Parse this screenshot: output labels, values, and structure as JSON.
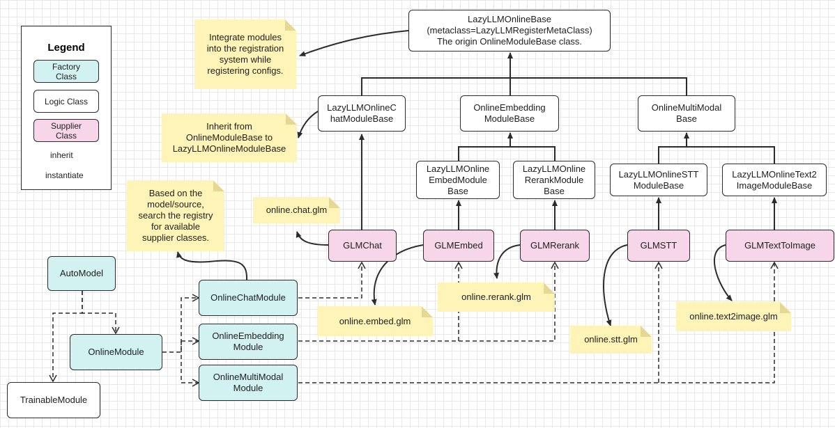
{
  "legend": {
    "title": "Legend",
    "factory_class": "Factory\nClass",
    "logic_class": "Logic Class",
    "supplier_class": "Supplier\nClass",
    "inherit": "inherit",
    "instantiate": "instantiate"
  },
  "colors": {
    "factory": "#d2f1f1",
    "supplier": "#f8d6e9",
    "logic": "#ffffff",
    "note": "#fff4b8",
    "line": "#2b2b2b"
  },
  "nodes": {
    "lazy_online_base": "LazyLLMOnlineBase\n(metaclass=LazyLLMRegisterMetaClass)\nThe origin OnlineModuleBase class.",
    "chat_module_base": "LazyLLMOnlineC\nhatModuleBase",
    "embedding_module_base": "OnlineEmbedding\nModuleBase",
    "multimodal_base": "OnlineMultiModal\nBase",
    "embed_module_base": "LazyLLMOnline\nEmbedModule\nBase",
    "rerank_module_base": "LazyLLMOnline\nRerankModule\nBase",
    "stt_module_base": "LazyLLMOnlineSTT\nModuleBase",
    "text2image_module_base": "LazyLLMOnlineText2\nImageModuleBase",
    "glm_chat": "GLMChat",
    "glm_embed": "GLMEmbed",
    "glm_rerank": "GLMRerank",
    "glm_stt": "GLMSTT",
    "glm_text_to_image": "GLMTextToImage",
    "auto_model": "AutoModel",
    "online_module": "OnlineModule",
    "trainable_module": "TrainableModule",
    "online_chat_module": "OnlineChatModule",
    "online_embedding_module": "OnlineEmbedding\nModule",
    "online_multimodal_module": "OnlineMultiModal\nModule"
  },
  "notes": {
    "integrate": "Integrate modules\ninto the registration\nsystem while\nregistering configs.",
    "inherit_from": "Inherit from\nOnlineModuleBase to\nLazyLLMOnlineModuleBase",
    "based_on": "Based on the\nmodel/source,\nsearch the registry\nfor available\nsupplier classes.",
    "chat_glm": "online.chat.glm",
    "embed_glm": "online.embed.glm",
    "rerank_glm": "online.rerank.glm",
    "stt_glm": "online.stt.glm",
    "text2image_glm": "online.text2image.glm"
  }
}
